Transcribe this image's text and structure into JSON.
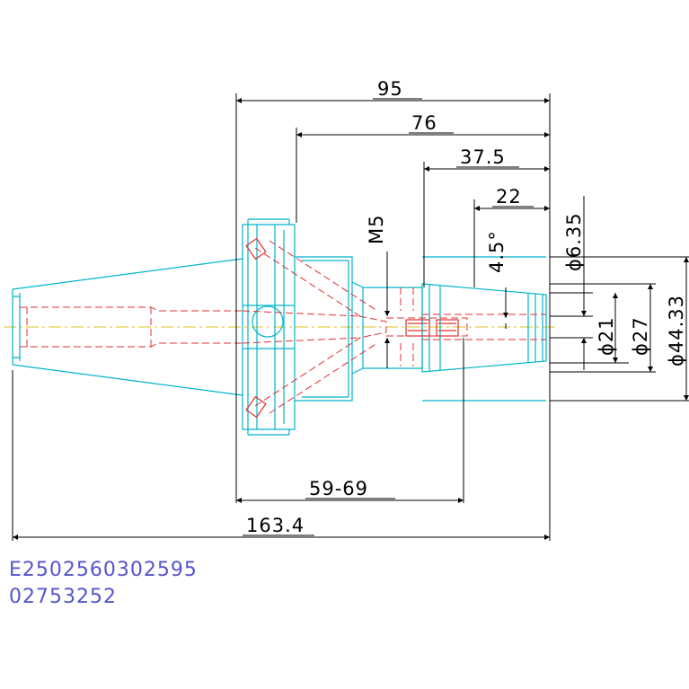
{
  "drawing": {
    "colors": {
      "outline": "#00b4cc",
      "hidden": "#e03030",
      "centerline": "#e0c020",
      "dimension": "#000000",
      "code_text": "#5555cc"
    },
    "dimensions": {
      "overall_length": "163.4",
      "flange_to_nose": "95",
      "body_length": "76",
      "bore_depth": "37.5",
      "clamp_depth": "22",
      "adjust_range": "59-69",
      "taper_angle": "4.5°",
      "thread": "M5",
      "dia_bore": "ϕ6.35",
      "dia_nose_small": "ϕ21",
      "dia_nose_large": "ϕ27",
      "dia_body": "ϕ44.33"
    },
    "part_codes": [
      "E2502560302595",
      "02753252"
    ]
  }
}
